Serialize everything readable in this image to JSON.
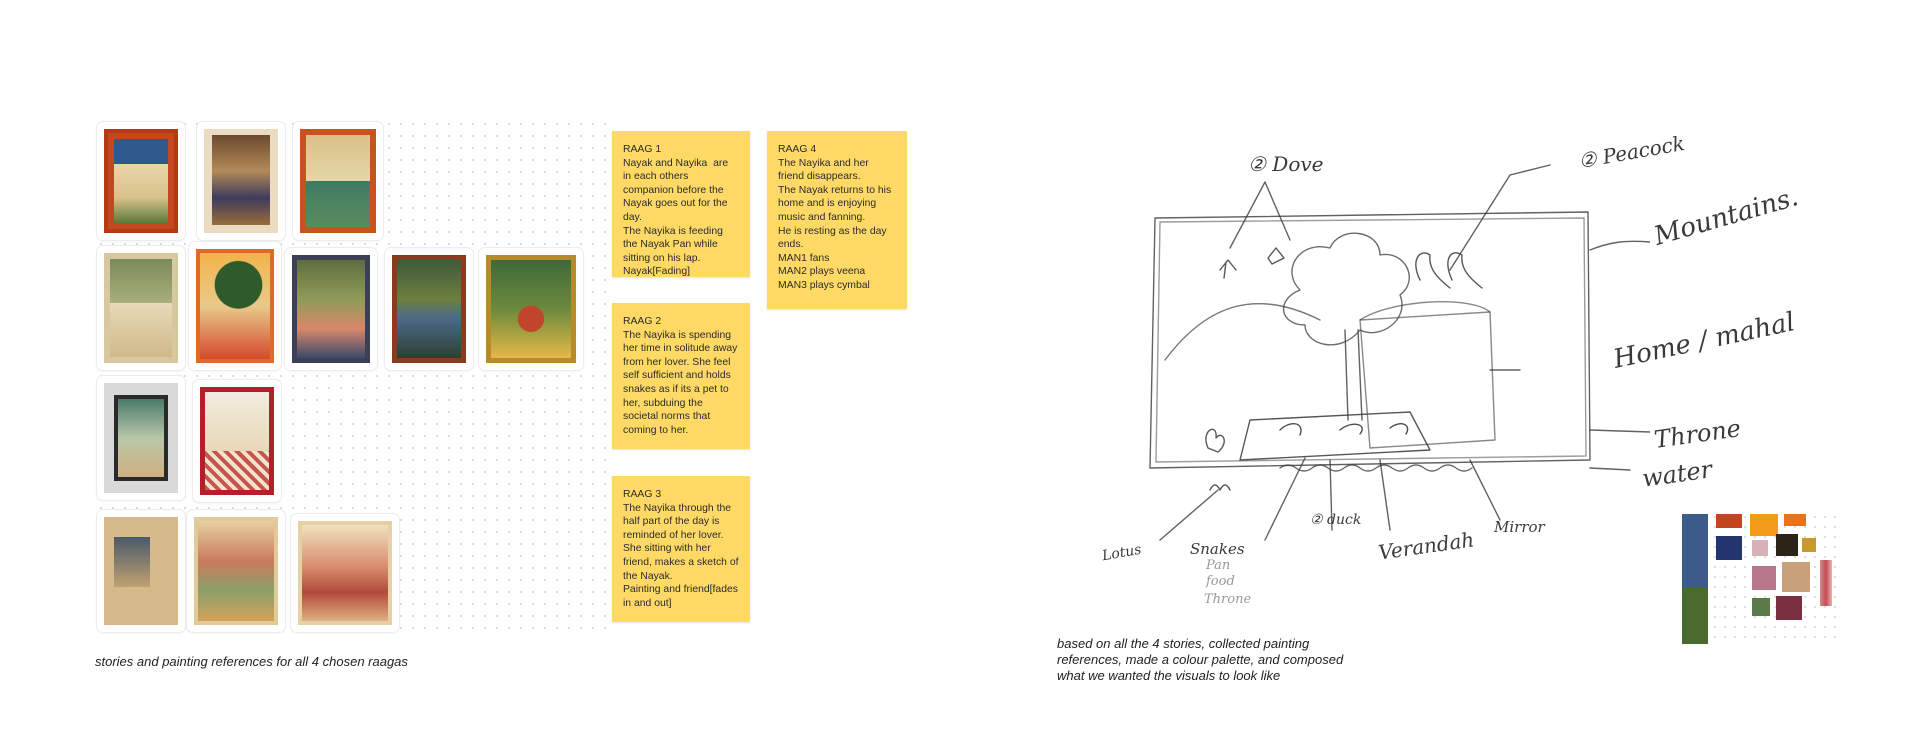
{
  "captions": {
    "left": [
      "stories and painting references for all 4 chosen raagas"
    ],
    "right": [
      "based on all the 4 stories, collected painting",
      "references, made a colour palette, and composed",
      "what we wanted the visuals to look like"
    ]
  },
  "notes": [
    {
      "id": "raag-1",
      "lines": [
        "RAAG 1",
        "Nayak and Nayika  are in each others companion before the Nayak goes out for the day.",
        "The Nayika is feeding the Nayak Pan while sitting on his lap.",
        "Nayak[Fading]"
      ]
    },
    {
      "id": "raag-2",
      "lines": [
        "RAAG 2",
        "The Nayika is spending her time in solitude away from her lover. She feel self sufficient and holds snakes as if its a pet to her, subduing the societal norms that coming to her."
      ]
    },
    {
      "id": "raag-3",
      "lines": [
        "RAAG 3",
        "The Nayika through the half part of the day is reminded of her lover. She sitting with her friend, makes a sketch of the Nayak.",
        "Painting and friend[fades in and out]"
      ]
    },
    {
      "id": "raag-4",
      "lines": [
        "RAAG 4",
        "The Nayika and her friend disappears.",
        "The Nayak returns to his home and is enjoying music and fanning.",
        "He is resting as the day ends.",
        "MAN1 fans",
        "MAN2 plays veena",
        "MAN3 plays cymbal"
      ]
    }
  ],
  "sketch_labels": {
    "dove": "② Dove",
    "peacock": "② Peacock",
    "mountains": "Mountains.",
    "home_mahal": "Home / mahal",
    "throne": "Throne",
    "water": "water",
    "lotus": "Lotus",
    "snakes": "Snakes",
    "snakes_sub": [
      "Pan",
      "food",
      "Throne"
    ],
    "duck": "② duck",
    "verandah": "Verandah",
    "mirror": "Mirror"
  },
  "colors": {
    "note": "#ffd966",
    "palette": [
      "#3c5b8a",
      "#c2451d",
      "#f39a1a",
      "#e8731a",
      "#24346e",
      "#d8b0b8",
      "#2b2418",
      "#c79a2a",
      "#4b6b2e",
      "#b67788",
      "#c8a07a",
      "#d98a8a",
      "#5a7a4a",
      "#7a2f3e",
      "#c64b53"
    ]
  }
}
